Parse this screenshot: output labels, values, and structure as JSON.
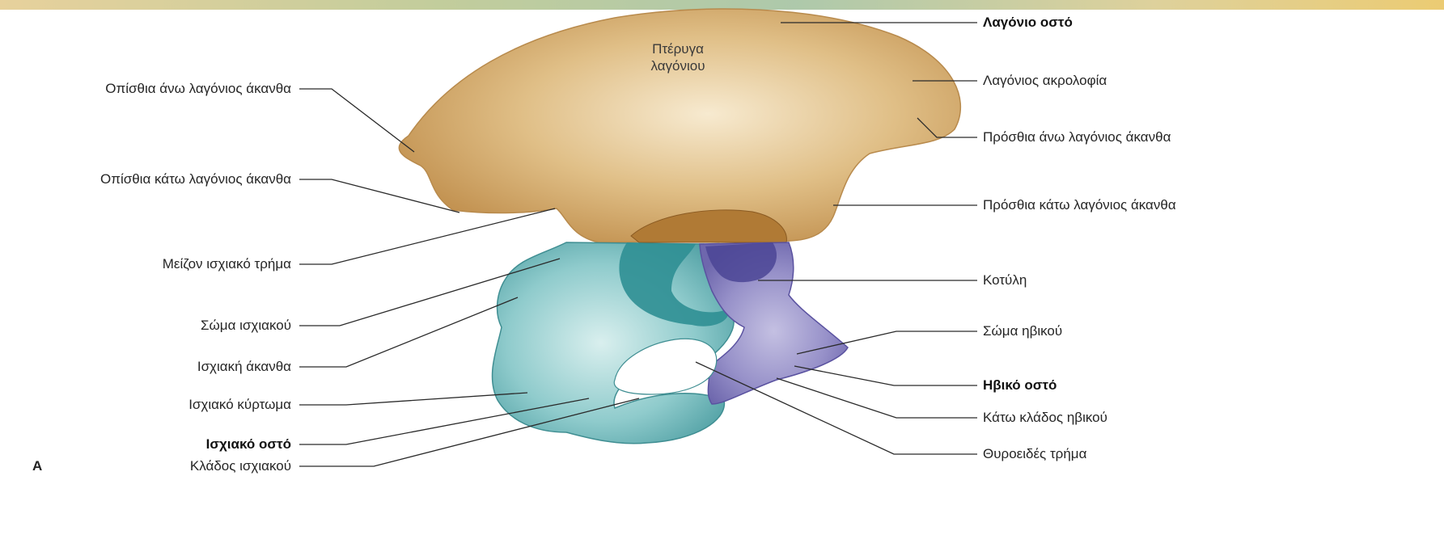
{
  "figure_letter": "A",
  "wing_label": [
    "Πτέρυγα",
    "λαγόνιου"
  ],
  "left_labels": [
    {
      "text": "Οπίσθια άνω λαγόνιος άκανθα",
      "bold": false
    },
    {
      "text": "Οπίσθια κάτω λαγόνιος άκανθα",
      "bold": false
    },
    {
      "text": "Μείζον ισχιακό τρήμα",
      "bold": false
    },
    {
      "text": "Σώμα ισχιακού",
      "bold": false
    },
    {
      "text": "Ισχιακή άκανθα",
      "bold": false
    },
    {
      "text": "Ισχιακό κύρτωμα",
      "bold": false
    },
    {
      "text": "Ισχιακό οστό",
      "bold": true
    },
    {
      "text": "Κλάδος ισχιακού",
      "bold": false
    }
  ],
  "right_labels": [
    {
      "text": "Λαγόνιο οστό",
      "bold": true
    },
    {
      "text": "Λαγόνιος ακρολοφία",
      "bold": false
    },
    {
      "text": "Πρόσθια άνω λαγόνιος άκανθα",
      "bold": false
    },
    {
      "text": "Πρόσθια κάτω λαγόνιος άκανθα",
      "bold": false
    },
    {
      "text": "Κοτύλη",
      "bold": false
    },
    {
      "text": "Σώμα ηβικού",
      "bold": false
    },
    {
      "text": "Ηβικό οστό",
      "bold": true
    },
    {
      "text": "Κάτω κλάδος ηβικού",
      "bold": false
    },
    {
      "text": "Θυροειδές τρήμα",
      "bold": false
    }
  ],
  "colors": {
    "ilium": "#d4a96a",
    "ilium_highlight": "#f5e4c4",
    "ischium": "#7fc2c4",
    "ischium_dark": "#2f8f94",
    "pubis": "#8d86c2",
    "pubis_dark": "#4b4595",
    "acetabulum_roof": "#b07a35",
    "leader_line": "#2a2a2a",
    "top_band": "#c9b98a"
  }
}
